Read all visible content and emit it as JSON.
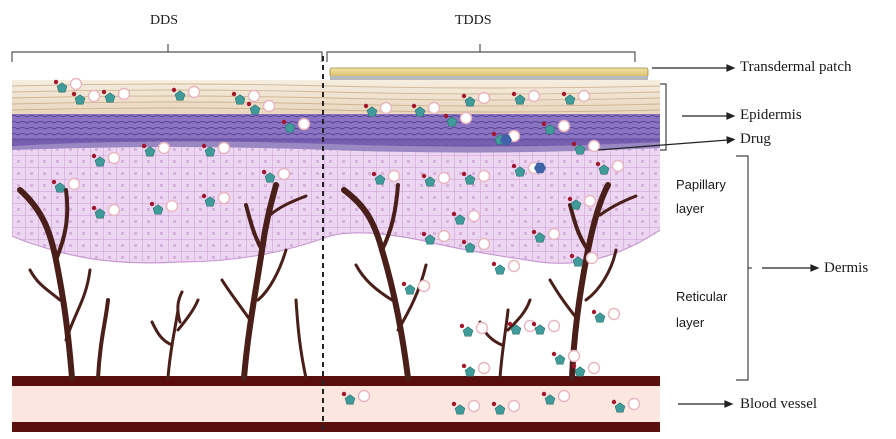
{
  "header": {
    "left_label": "DDS",
    "right_label": "TDDS"
  },
  "labels": {
    "transdermal_patch": "Transdermal patch",
    "epidermis": "Epidermis",
    "drug": "Drug",
    "papillary_layer_line1": "Papillary",
    "papillary_layer_line2": "layer",
    "reticular_layer_line1": "Reticular",
    "reticular_layer_line2": "layer",
    "dermis": "Dermis",
    "blood_vessel": "Blood vessel"
  },
  "colors": {
    "stratum_top": "#efe3cf",
    "stratum_line": "#c7ad86",
    "basal_purple": "#6e5aa8",
    "papillary_pink": "#ead2ef",
    "cell_line": "#c69bd0",
    "vessel_dark": "#5a0d0d",
    "vessel_light": "#fbe6e0",
    "branch": "#4a1f1a",
    "drug_teal": "#3f9c9a",
    "drug_red": "#a3152a",
    "drug_circle": "#e9b6bf",
    "patch_yellow": "#e8d58a",
    "patch_grey": "#a9a9a9",
    "drug_blue": "#3e63a8"
  }
}
